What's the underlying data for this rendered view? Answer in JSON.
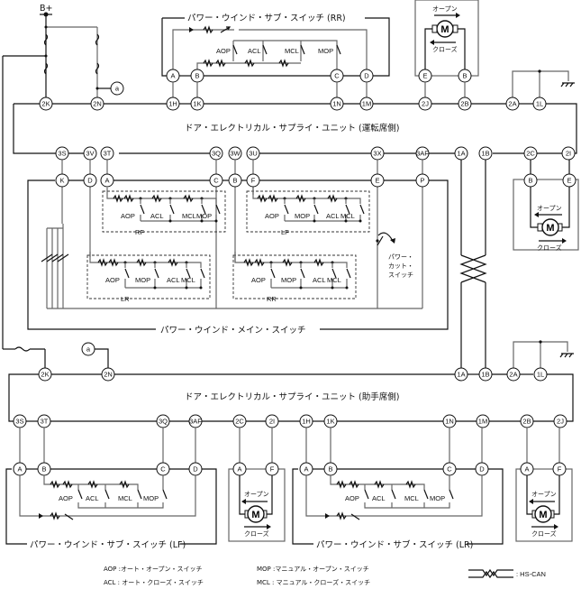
{
  "power": {
    "label": "B+"
  },
  "junction_ref": "a",
  "units": {
    "driver": {
      "title": "ドア・エレクトリカル・サプライ・ユニット (運転席側)",
      "top_pins": [
        "2K",
        "2N",
        "1H",
        "1K",
        "1N",
        "1M",
        "2J",
        "2B",
        "2A",
        "1L"
      ],
      "bottom_pins": [
        "3S",
        "3V",
        "3T",
        "3Q",
        "3W",
        "3U",
        "3X",
        "3AF",
        "1A",
        "1B",
        "2C",
        "2I"
      ]
    },
    "passenger": {
      "title": "ドア・エレクトリカル・サプライ・ユニット (助手席側)",
      "top_pins": [
        "2K",
        "2N",
        "1A",
        "1B",
        "2A",
        "1L"
      ],
      "bottom_pins": [
        "3S",
        "3T",
        "3Q",
        "3AF",
        "2C",
        "2I",
        "1H",
        "1K",
        "1N",
        "1M",
        "2B",
        "2J"
      ]
    }
  },
  "sub_switch_rr": {
    "title": "パワー・ウインド・サブ・スイッチ (RR)",
    "pins": [
      "A",
      "B",
      "C",
      "D"
    ],
    "switches": [
      "AOP",
      "ACL",
      "MCL",
      "MOP"
    ]
  },
  "sub_switch_lf": {
    "title": "パワー・ウインド・サブ・スイッチ (LF)",
    "pins": [
      "A",
      "B",
      "C",
      "D"
    ],
    "switches": [
      "AOP",
      "ACL",
      "MCL",
      "MOP"
    ]
  },
  "sub_switch_lr": {
    "title": "パワー・ウインド・サブ・スイッチ (LR)",
    "pins": [
      "A",
      "B",
      "C",
      "D"
    ],
    "switches": [
      "AOP",
      "ACL",
      "MCL",
      "MOP"
    ]
  },
  "main_switch": {
    "title": "パワー・ウインド・メイン・スイッチ",
    "pins": [
      "K",
      "D",
      "A",
      "C",
      "B",
      "F",
      "E",
      "P"
    ],
    "groups": {
      "rf": {
        "name": "RF",
        "switches": [
          "AOP",
          "ACL",
          "MCL",
          "MOP"
        ]
      },
      "lf": {
        "name": "LF",
        "switches": [
          "AOP",
          "MOP",
          "ACL",
          "MCL"
        ]
      },
      "lr": {
        "name": "LR",
        "switches": [
          "AOP",
          "MOP",
          "ACL",
          "MCL"
        ]
      },
      "rr": {
        "name": "RR",
        "switches": [
          "AOP",
          "MOP",
          "ACL",
          "MCL"
        ]
      }
    },
    "cut_switch": {
      "line1": "パワー・",
      "line2": "カット・",
      "line3": "スイッチ"
    }
  },
  "motors": {
    "symbol": "M",
    "open": "オープン",
    "close": "クローズ",
    "rr_pins": [
      "E",
      "B"
    ],
    "driver_pins": [
      "B",
      "E"
    ],
    "lf_pins": [
      "A",
      "F"
    ],
    "lr_pins": [
      "A",
      "F"
    ]
  },
  "legend": {
    "aop": "AOP :オート・オープン・スイッチ",
    "acl": "ACL : オート・クローズ・スイッチ",
    "mop": "MOP :マニュアル・オープン・スイッチ",
    "mcl": "MCL : マニュアル・クローズ・スイッチ",
    "hscan": ": HS-CAN"
  }
}
